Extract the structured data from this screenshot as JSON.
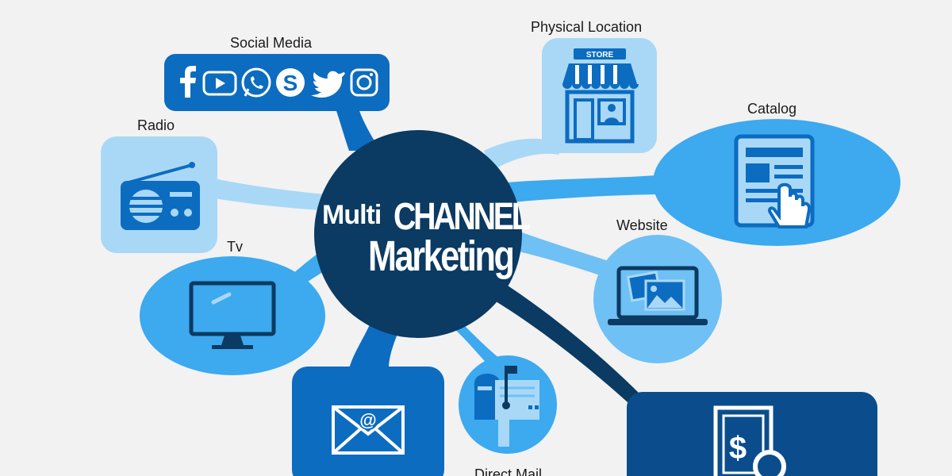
{
  "center": {
    "line1a": "Multi",
    "line1b": "CHANNEL",
    "line2": "Marketing"
  },
  "channels": {
    "social_media": {
      "label": "Social Media"
    },
    "physical_location": {
      "label": "Physical Location",
      "sign": "STORE"
    },
    "catalog": {
      "label": "Catalog"
    },
    "radio": {
      "label": "Radio"
    },
    "website": {
      "label": "Website"
    },
    "tv": {
      "label": "Tv"
    },
    "direct_mail": {
      "label": "Direct Mail"
    }
  },
  "colors": {
    "background": "#f2f2f2",
    "hub": "#0b3a62",
    "dark_blue": "#0c6cc0",
    "mid_blue": "#3da9ef",
    "light_blue": "#6fc0f4",
    "pale_blue": "#a9d8f7",
    "navy_box": "#0b4d8c"
  },
  "icons": [
    "facebook-icon",
    "youtube-icon",
    "whatsapp-icon",
    "skype-icon",
    "twitter-icon",
    "instagram-icon",
    "store-icon",
    "catalog-tablet-icon",
    "radio-icon",
    "laptop-icon",
    "monitor-icon",
    "mailbox-icon",
    "email-icon",
    "price-search-icon"
  ]
}
